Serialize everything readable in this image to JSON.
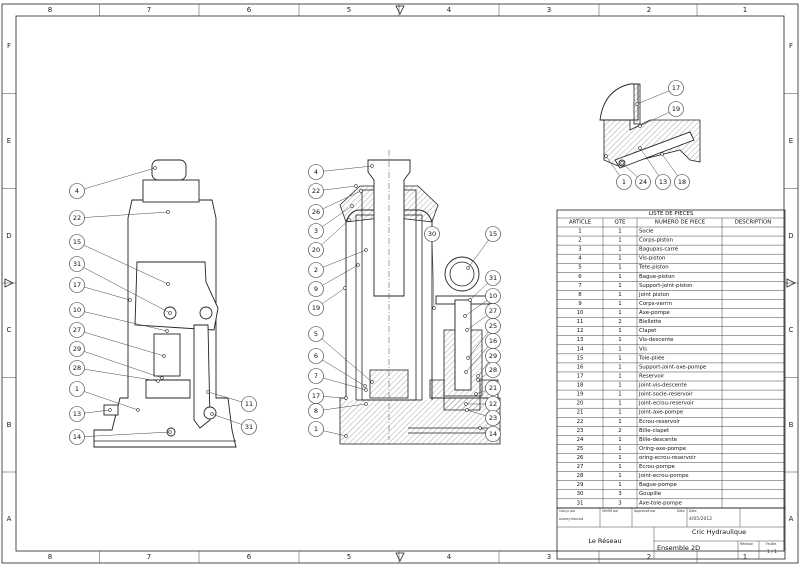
{
  "drawing": {
    "ruler_columns": [
      "8",
      "7",
      "6",
      "5",
      "4",
      "3",
      "2",
      "1"
    ],
    "ruler_rows": [
      "F",
      "E",
      "D",
      "C",
      "B",
      "A"
    ]
  },
  "views": {
    "front": {
      "balloons": [
        "4",
        "22",
        "15",
        "31",
        "17",
        "10",
        "27",
        "29",
        "28",
        "1",
        "13",
        "14",
        "11",
        "31"
      ]
    },
    "section": {
      "balloons": [
        "4",
        "22",
        "26",
        "3",
        "20",
        "2",
        "9",
        "19",
        "5",
        "6",
        "7",
        "17",
        "8",
        "1",
        "30",
        "15",
        "31",
        "10",
        "27",
        "25",
        "16",
        "29",
        "28",
        "21",
        "12",
        "23",
        "14"
      ]
    },
    "detail": {
      "balloons": [
        "17",
        "19",
        "1",
        "24",
        "13",
        "18"
      ]
    }
  },
  "parts_list": {
    "title": "LISTE DE PIECES",
    "headers": [
      "ARTICLE",
      "QTE",
      "NUMERO DE PIECE",
      "DESCRIPTION"
    ],
    "rows": [
      [
        "1",
        "1",
        "Socle"
      ],
      [
        "2",
        "1",
        "Corps-piston"
      ],
      [
        "3",
        "1",
        "Bagupas-carré"
      ],
      [
        "4",
        "1",
        "Vis-piston"
      ],
      [
        "5",
        "1",
        "Tete-piston"
      ],
      [
        "6",
        "1",
        "Bague-piston"
      ],
      [
        "7",
        "1",
        "Support-joint-piston"
      ],
      [
        "8",
        "1",
        "Joint piston"
      ],
      [
        "9",
        "1",
        "Corps-verrin"
      ],
      [
        "10",
        "1",
        "Axe-pompe"
      ],
      [
        "11",
        "2",
        "Biellette"
      ],
      [
        "12",
        "1",
        "Clapet"
      ],
      [
        "13",
        "1",
        "Vis-descente"
      ],
      [
        "14",
        "1",
        "Vis"
      ],
      [
        "15",
        "1",
        "Tole-pliée"
      ],
      [
        "16",
        "1",
        "Support-joint-axe-pompe"
      ],
      [
        "17",
        "1",
        "Reservoir"
      ],
      [
        "18",
        "1",
        "Joint-vis-descente"
      ],
      [
        "19",
        "1",
        "Joint-socle-reservoir"
      ],
      [
        "20",
        "1",
        "Joint-ecrou-reservoir"
      ],
      [
        "21",
        "1",
        "Joint-axe-pompe"
      ],
      [
        "22",
        "1",
        "Ecrou-reservoir"
      ],
      [
        "23",
        "2",
        "Bille-clapet"
      ],
      [
        "24",
        "1",
        "Bille-descente"
      ],
      [
        "25",
        "1",
        "Oring-axe-pompe"
      ],
      [
        "26",
        "1",
        "oring-ecrou-reservoir"
      ],
      [
        "27",
        "1",
        "Ecrou-pompe"
      ],
      [
        "28",
        "1",
        "Joint-ecrou-pompe"
      ],
      [
        "29",
        "1",
        "Bague-pompe"
      ],
      [
        "30",
        "3",
        "Goupille"
      ],
      [
        "31",
        "3",
        "Axe-tole-pompe"
      ]
    ]
  },
  "title_block": {
    "designed_by_label": "Conçu par",
    "designed_by": "audrey.francois",
    "checked_by_label": "Vérifié par",
    "approved_by_label": "Approuvé par",
    "date_label": "Date",
    "date2_label": "Date",
    "date": "4/05/2012",
    "company": "Le Réseau",
    "title": "Cric Hydraulique",
    "subtitle": "Ensemble 2D",
    "revision_label": "Révision",
    "sheet_label": "Feuille",
    "sheet": "1 / 1"
  }
}
